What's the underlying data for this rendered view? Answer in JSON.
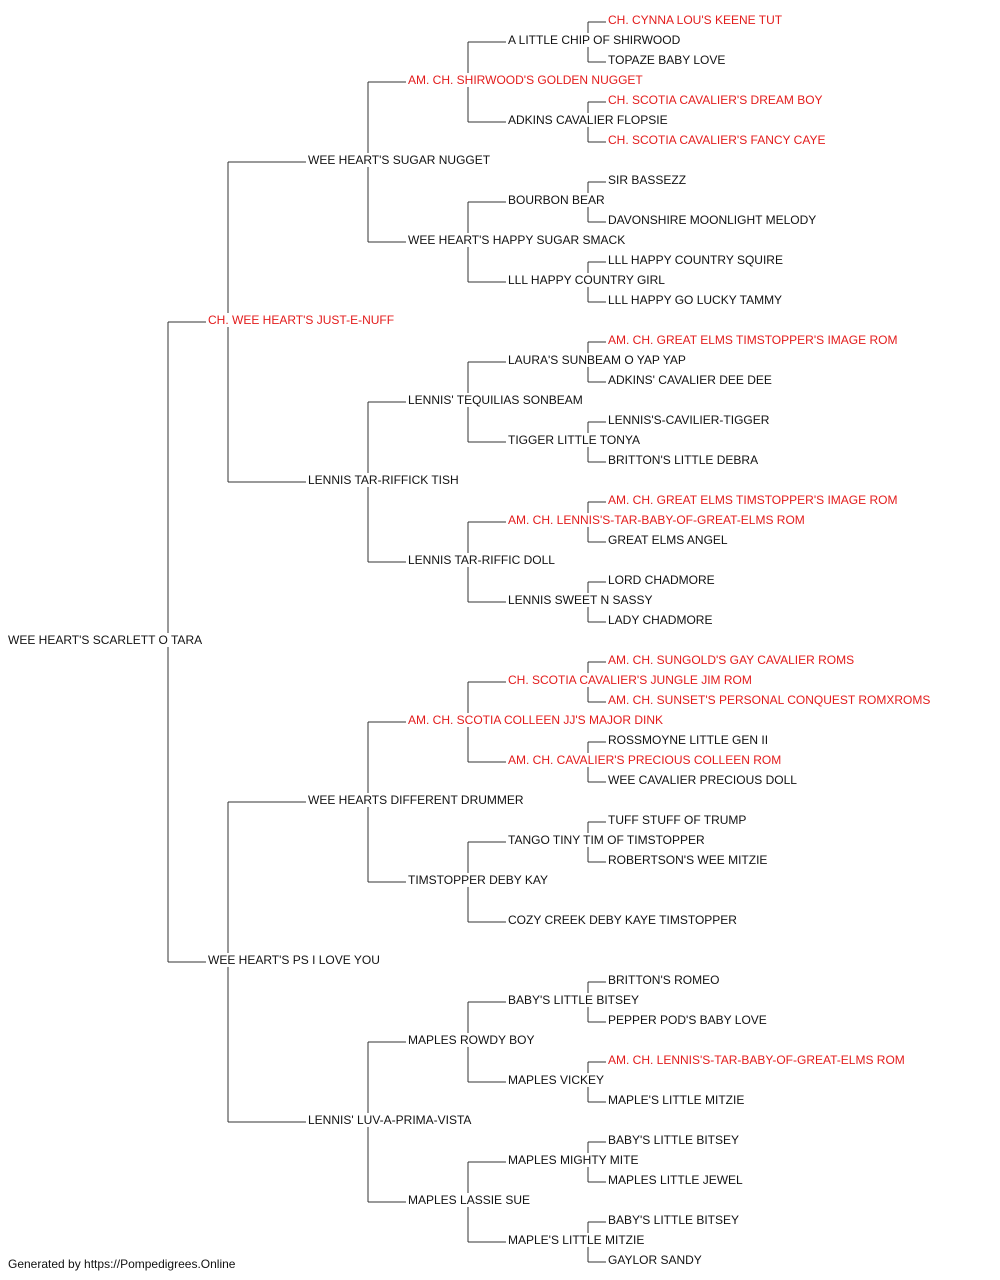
{
  "colors": {
    "champion": "#e31b1b",
    "normal": "#111111",
    "line": "#333333"
  },
  "pedigree": {
    "name": "WEE HEART'S SCARLETT O TARA",
    "champion": false,
    "sire": {
      "name": "CH. WEE HEART'S JUST-E-NUFF",
      "champion": true,
      "sire": {
        "name": "WEE HEART'S SUGAR NUGGET",
        "champion": false,
        "sire": {
          "name": "AM. CH. SHIRWOOD'S GOLDEN NUGGET",
          "champion": true,
          "sire": {
            "name": "A LITTLE CHIP OF SHIRWOOD",
            "champion": false,
            "sire": {
              "name": "CH. CYNNA LOU'S KEENE TUT",
              "champion": true
            },
            "dam": {
              "name": "TOPAZE BABY LOVE",
              "champion": false
            }
          },
          "dam": {
            "name": "ADKINS CAVALIER FLOPSIE",
            "champion": false,
            "sire": {
              "name": "CH. SCOTIA CAVALIER'S DREAM BOY",
              "champion": true
            },
            "dam": {
              "name": "CH. SCOTIA CAVALIER'S FANCY CAYE",
              "champion": true
            }
          }
        },
        "dam": {
          "name": "WEE HEART'S HAPPY SUGAR SMACK",
          "champion": false,
          "sire": {
            "name": "BOURBON BEAR",
            "champion": false,
            "sire": {
              "name": "SIR BASSEZZ",
              "champion": false
            },
            "dam": {
              "name": "DAVONSHIRE MOONLIGHT MELODY",
              "champion": false
            }
          },
          "dam": {
            "name": "LLL HAPPY COUNTRY GIRL",
            "champion": false,
            "sire": {
              "name": "LLL HAPPY COUNTRY SQUIRE",
              "champion": false
            },
            "dam": {
              "name": "LLL HAPPY GO LUCKY TAMMY",
              "champion": false
            }
          }
        }
      },
      "dam": {
        "name": "LENNIS TAR-RIFFICK TISH",
        "champion": false,
        "sire": {
          "name": "LENNIS' TEQUILIAS SONBEAM",
          "champion": false,
          "sire": {
            "name": "LAURA'S SUNBEAM O YAP YAP",
            "champion": false,
            "sire": {
              "name": "AM. CH. GREAT ELMS TIMSTOPPER'S IMAGE ROM",
              "champion": true
            },
            "dam": {
              "name": "ADKINS' CAVALIER DEE DEE",
              "champion": false
            }
          },
          "dam": {
            "name": "TIGGER LITTLE TONYA",
            "champion": false,
            "sire": {
              "name": "LENNIS'S-CAVILIER-TIGGER",
              "champion": false
            },
            "dam": {
              "name": "BRITTON'S LITTLE DEBRA",
              "champion": false
            }
          }
        },
        "dam": {
          "name": "LENNIS TAR-RIFFIC DOLL",
          "champion": false,
          "sire": {
            "name": "AM. CH. LENNIS'S-TAR-BABY-OF-GREAT-ELMS ROM",
            "champion": true,
            "sire": {
              "name": "AM. CH. GREAT ELMS TIMSTOPPER'S IMAGE ROM",
              "champion": true
            },
            "dam": {
              "name": "GREAT ELMS ANGEL",
              "champion": false
            }
          },
          "dam": {
            "name": "LENNIS SWEET N SASSY",
            "champion": false,
            "sire": {
              "name": "LORD CHADMORE",
              "champion": false
            },
            "dam": {
              "name": "LADY CHADMORE",
              "champion": false
            }
          }
        }
      }
    },
    "dam": {
      "name": "WEE HEART'S PS I LOVE YOU",
      "champion": false,
      "sire": {
        "name": "WEE HEARTS DIFFERENT DRUMMER",
        "champion": false,
        "sire": {
          "name": "AM. CH. SCOTIA COLLEEN JJ'S MAJOR DINK",
          "champion": true,
          "sire": {
            "name": "CH. SCOTIA CAVALIER'S JUNGLE JIM ROM",
            "champion": true,
            "sire": {
              "name": "AM. CH. SUNGOLD'S GAY CAVALIER ROMS",
              "champion": true
            },
            "dam": {
              "name": "AM. CH. SUNSET'S PERSONAL CONQUEST ROMXROMS",
              "champion": true
            }
          },
          "dam": {
            "name": "AM. CH. CAVALIER'S PRECIOUS COLLEEN ROM",
            "champion": true,
            "sire": {
              "name": "ROSSMOYNE LITTLE GEN II",
              "champion": false
            },
            "dam": {
              "name": "WEE CAVALIER PRECIOUS DOLL",
              "champion": false
            }
          }
        },
        "dam": {
          "name": "TIMSTOPPER DEBY KAY",
          "champion": false,
          "sire": {
            "name": "TANGO TINY TIM OF TIMSTOPPER",
            "champion": false,
            "sire": {
              "name": "TUFF STUFF OF TRUMP",
              "champion": false
            },
            "dam": {
              "name": "ROBERTSON'S WEE MITZIE",
              "champion": false
            }
          },
          "dam": {
            "name": "COZY CREEK DEBY KAYE TIMSTOPPER",
            "champion": false
          }
        }
      },
      "dam": {
        "name": "LENNIS' LUV-A-PRIMA-VISTA",
        "champion": false,
        "sire": {
          "name": "MAPLES ROWDY BOY",
          "champion": false,
          "sire": {
            "name": "BABY'S LITTLE BITSEY",
            "champion": false,
            "sire": {
              "name": "BRITTON'S ROMEO",
              "champion": false
            },
            "dam": {
              "name": "PEPPER POD'S BABY LOVE",
              "champion": false
            }
          },
          "dam": {
            "name": "MAPLES VICKEY",
            "champion": false,
            "sire": {
              "name": "AM. CH. LENNIS'S-TAR-BABY-OF-GREAT-ELMS ROM",
              "champion": true
            },
            "dam": {
              "name": "MAPLE'S LITTLE MITZIE",
              "champion": false
            }
          }
        },
        "dam": {
          "name": "MAPLES LASSIE SUE",
          "champion": false,
          "sire": {
            "name": "MAPLES MIGHTY MITE",
            "champion": false,
            "sire": {
              "name": "BABY'S LITTLE BITSEY",
              "champion": false
            },
            "dam": {
              "name": "MAPLES LITTLE JEWEL",
              "champion": false
            }
          },
          "dam": {
            "name": "MAPLE'S LITTLE MITZIE",
            "champion": false,
            "sire": {
              "name": "BABY'S LITTLE BITSEY",
              "champion": false
            },
            "dam": {
              "name": "GAYLOR SANDY",
              "champion": false
            }
          }
        }
      }
    }
  },
  "footer": {
    "text": "Generated by https://Pompedigrees.Online"
  }
}
